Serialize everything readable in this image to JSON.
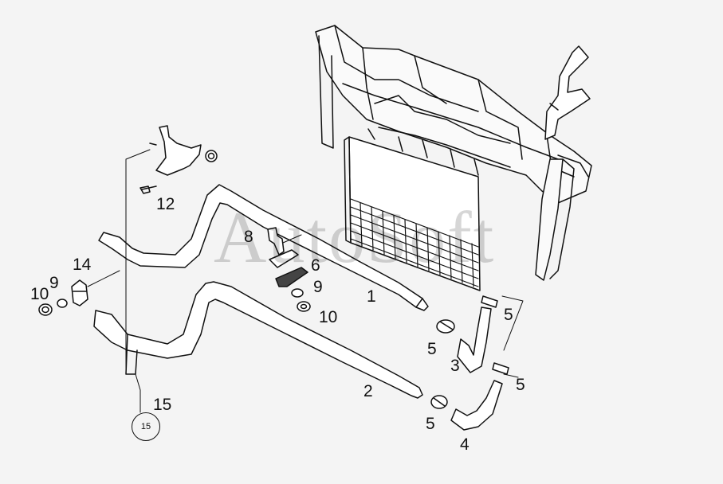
{
  "watermark": "AutoSoft",
  "callouts": {
    "c1": "1",
    "c2": "2",
    "c3": "3",
    "c4": "4",
    "c5a": "5",
    "c5b": "5",
    "c5c": "5",
    "c5d": "5",
    "c6": "6",
    "c8": "8",
    "c9a": "9",
    "c9b": "9",
    "c10a": "10",
    "c10b": "10",
    "c12": "12",
    "c14": "14",
    "c15": "15",
    "ref15": "15"
  }
}
